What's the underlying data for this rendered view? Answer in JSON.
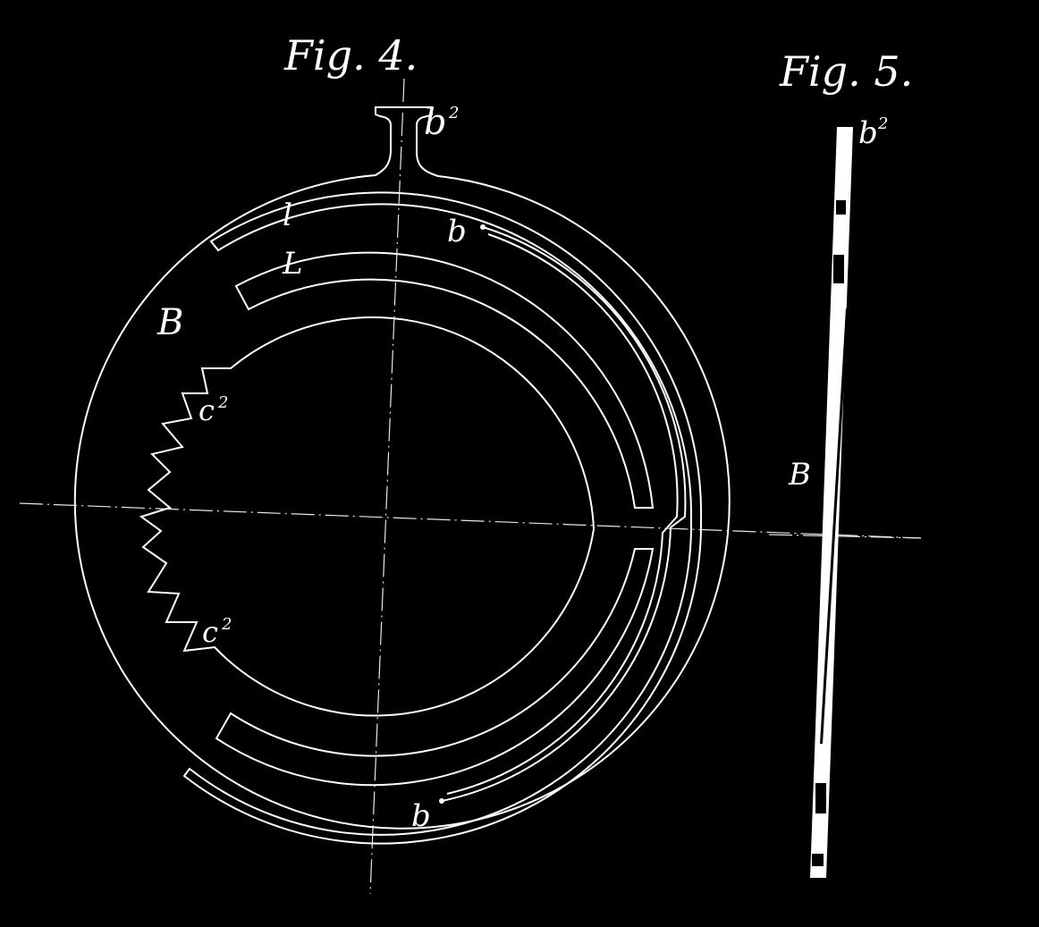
{
  "figures": {
    "fig4": {
      "title": "Fig. 4.",
      "labels": {
        "b2": "b",
        "b2_sup": "2",
        "l": "l",
        "L": "L",
        "B": "B",
        "b_upper": "b",
        "c2_upper": "c",
        "c2_upper_sup": "2",
        "c2_lower": "c",
        "c2_lower_sup": "2",
        "b_lower": "b"
      }
    },
    "fig5": {
      "title": "Fig. 5.",
      "labels": {
        "b2": "b",
        "b2_sup": "2",
        "B": "B"
      }
    }
  },
  "colors": {
    "background": "#000000",
    "line": "#ffffff"
  }
}
